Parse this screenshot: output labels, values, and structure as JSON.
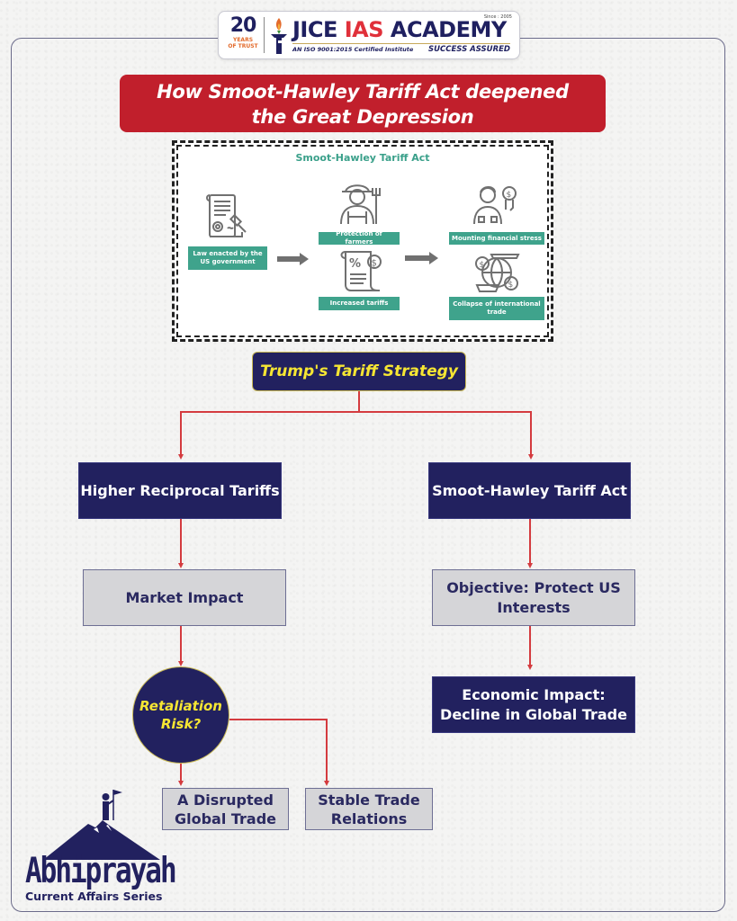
{
  "header": {
    "years_number": "20",
    "years_label_1": "YEARS",
    "years_label_2": "OF TRUST",
    "brand_part1": "JICE ",
    "brand_part2": "IAS",
    "brand_part3": " ACADEMY",
    "since": "Since : 2005",
    "certification": "AN ISO 9001:2015 Certified Institute",
    "tagline": "SUCCESS ASSURED"
  },
  "title": {
    "line1": "How Smoot-Hawley Tariff Act deepened",
    "line2": "the Great Depression"
  },
  "inset": {
    "title": "Smoot-Hawley Tariff Act",
    "steps": {
      "law": "Law enacted by the US government",
      "protection": "Protection of farmers",
      "tariffs": "Increased tariffs",
      "stress": "Mounting financial stress",
      "collapse": "Collapse of international trade"
    }
  },
  "flow": {
    "root": "Trump's Tariff Strategy",
    "left": {
      "level1": "Higher Reciprocal Tariffs",
      "level2": "Market Impact",
      "decision": "Retaliation Risk?",
      "outcome_yes": "A Disrupted Global Trade",
      "outcome_no": "Stable Trade Relations"
    },
    "right": {
      "level1": "Smoot-Hawley Tariff Act",
      "level2": "Objective: Protect US Interests",
      "level3": "Economic Impact: Decline in Global Trade"
    }
  },
  "footer": {
    "brand": "Abhiprayah",
    "series": "Current Affairs Series"
  },
  "colors": {
    "navy": "#22215f",
    "red": "#c11f2c",
    "teal": "#3fa38c",
    "yellow": "#f6e633",
    "connector": "#d43b3f",
    "gray_box": "#d5d5d8"
  }
}
